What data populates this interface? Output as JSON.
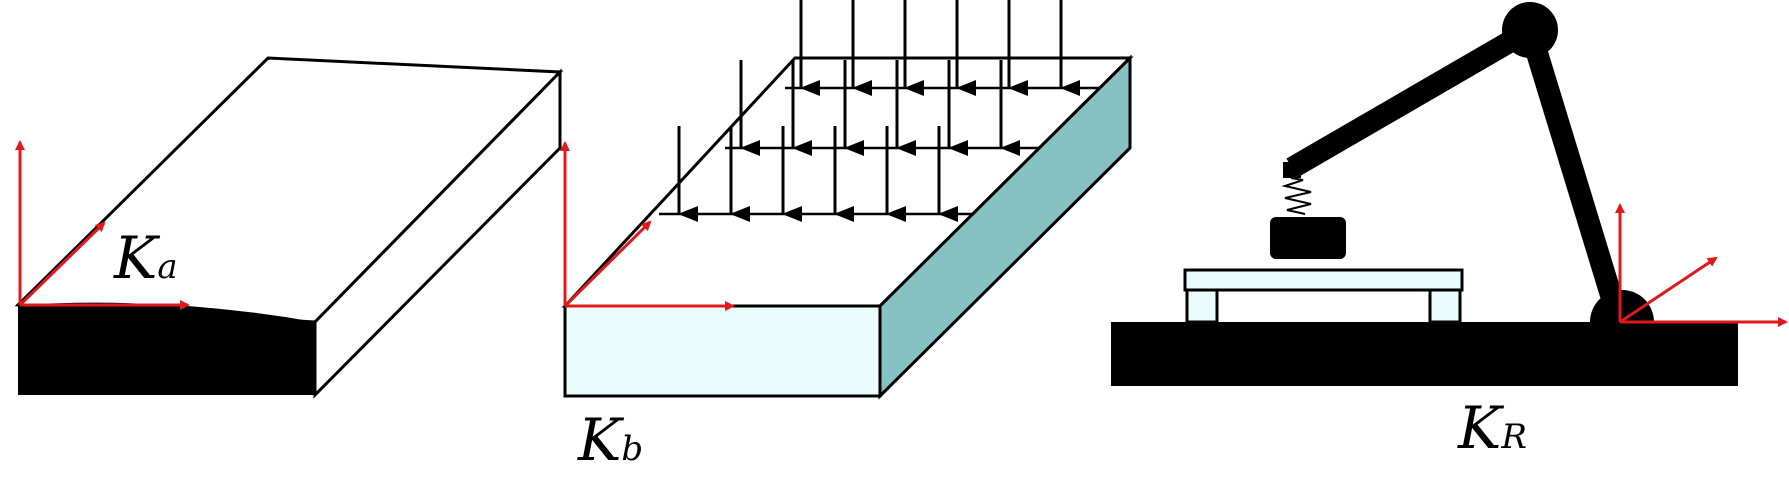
{
  "labels": {
    "ka": {
      "main": "K",
      "sub": "a"
    },
    "kb": {
      "main": "K",
      "sub": "b"
    },
    "kr": {
      "main": "K",
      "sub": "R"
    }
  },
  "colors": {
    "axis": "#e01a1a",
    "ink": "#000000",
    "block_front": "#eafcfd",
    "block_side": "#86c1c4",
    "table_top": "#eafcfd"
  }
}
